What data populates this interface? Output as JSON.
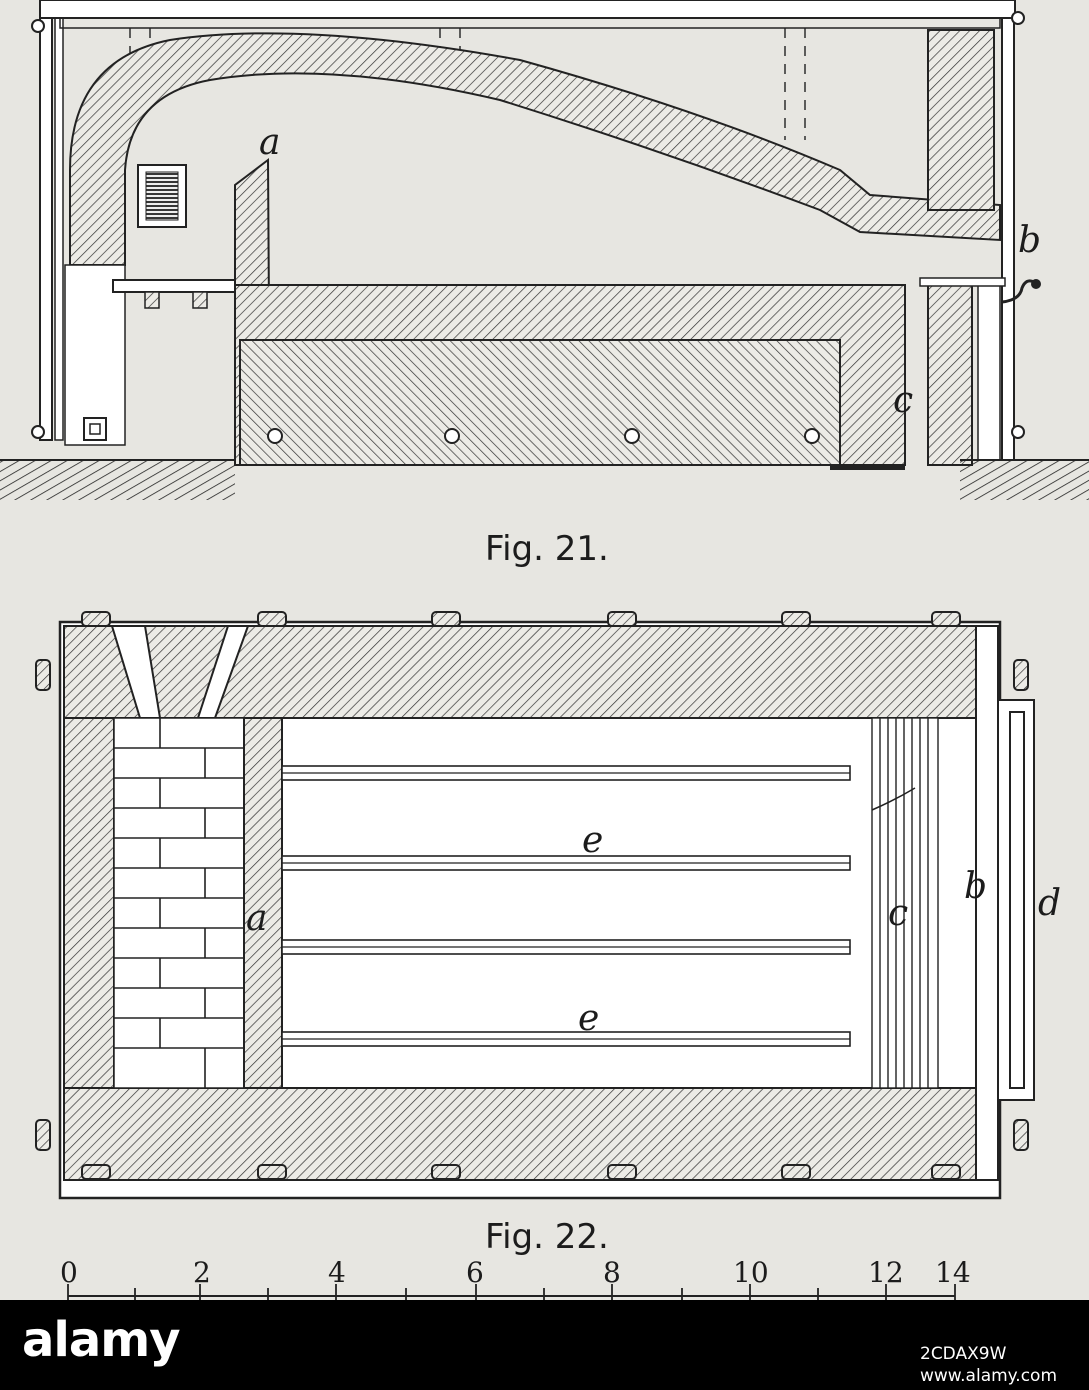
{
  "figures": [
    {
      "caption": "Fig. 21.",
      "labels": [
        "a",
        "b",
        "c"
      ]
    },
    {
      "caption": "Fig. 22.",
      "labels": [
        "a",
        "b",
        "c",
        "d",
        "e",
        "e"
      ]
    }
  ],
  "scale": {
    "ticks": [
      "0",
      "2",
      "4",
      "6",
      "8",
      "10",
      "12",
      "14"
    ]
  },
  "watermark": {
    "brand": "alamy",
    "image_id": "2CDAX9W",
    "site": "www.alamy.com"
  },
  "colors": {
    "paper": "#e7e6e1",
    "ink": "#1c1c1c",
    "footer": "#000000"
  }
}
